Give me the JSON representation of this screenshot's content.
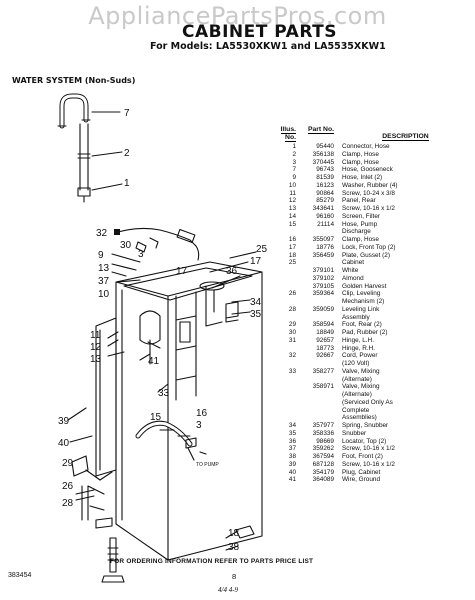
{
  "watermark": "AppliancePartsPros.com",
  "title": "CABINET PARTS",
  "subtitle": "For Models: LA5530XKW1 and LA5535XKW1",
  "section_title": "WATER SYSTEM (Non-Suds)",
  "parts_table": {
    "headers": {
      "illus_no": "Illus. No.",
      "part_no": "Part No.",
      "description": "DESCRIPTION"
    },
    "rows": [
      {
        "illus": "1",
        "part": "95440",
        "desc": "Connector, Hose"
      },
      {
        "illus": "2",
        "part": "356138",
        "desc": "Clamp, Hose"
      },
      {
        "illus": "3",
        "part": "370445",
        "desc": "Clamp, Hose"
      },
      {
        "illus": "7",
        "part": "96743",
        "desc": "Hose, Gooseneck"
      },
      {
        "illus": "9",
        "part": "81539",
        "desc": "Hose, Inlet (2)"
      },
      {
        "illus": "10",
        "part": "16123",
        "desc": "Washer, Rubber (4)"
      },
      {
        "illus": "11",
        "part": "90864",
        "desc": "Screw, 10-24 x 3/8"
      },
      {
        "illus": "12",
        "part": "85279",
        "desc": "Panel, Rear"
      },
      {
        "illus": "13",
        "part": "343641",
        "desc": "Screw, 10-16 x 1/2"
      },
      {
        "illus": "14",
        "part": "96160",
        "desc": "Screen, Filter"
      },
      {
        "illus": "15",
        "part": "21114",
        "desc": "Hose, Pump"
      },
      {
        "illus": "",
        "part": "",
        "desc": "Discharge"
      },
      {
        "illus": "16",
        "part": "355097",
        "desc": "Clamp, Hose"
      },
      {
        "illus": "17",
        "part": "18776",
        "desc": "Lock, Front Top (2)"
      },
      {
        "illus": "18",
        "part": "356459",
        "desc": "Plate, Gusset (2)"
      },
      {
        "illus": "25",
        "part": "",
        "desc": "Cabinet"
      },
      {
        "illus": "",
        "part": "379101",
        "desc": "White"
      },
      {
        "illus": "",
        "part": "379102",
        "desc": "Almond"
      },
      {
        "illus": "",
        "part": "379105",
        "desc": "Golden Harvest"
      },
      {
        "illus": "26",
        "part": "359364",
        "desc": "Clip, Leveling"
      },
      {
        "illus": "",
        "part": "",
        "desc": "Mechanism (2)"
      },
      {
        "illus": "28",
        "part": "359059",
        "desc": "Leveling Link"
      },
      {
        "illus": "",
        "part": "",
        "desc": "Assembly"
      },
      {
        "illus": "29",
        "part": "358594",
        "desc": "Foot, Rear (2)"
      },
      {
        "illus": "30",
        "part": "18849",
        "desc": "Pad, Rubber (2)"
      },
      {
        "illus": "31",
        "part": "92657",
        "desc": "Hinge, L.H."
      },
      {
        "illus": "",
        "part": "18773",
        "desc": "Hinge, R.H."
      },
      {
        "illus": "32",
        "part": "92667",
        "desc": "Cord, Power"
      },
      {
        "illus": "",
        "part": "",
        "desc": "(120 Volt)"
      },
      {
        "illus": "33",
        "part": "358277",
        "desc": "Valve, Mixing"
      },
      {
        "illus": "",
        "part": "",
        "desc": "(Alternate)"
      },
      {
        "illus": "",
        "part": "358971",
        "desc": "Valve, Mixing"
      },
      {
        "illus": "",
        "part": "",
        "desc": "(Alternate)"
      },
      {
        "illus": "",
        "part": "",
        "desc": "(Serviced Only As"
      },
      {
        "illus": "",
        "part": "",
        "desc": "Complete"
      },
      {
        "illus": "",
        "part": "",
        "desc": "Assemblies)"
      },
      {
        "illus": "34",
        "part": "357977",
        "desc": "Spring, Snubber"
      },
      {
        "illus": "35",
        "part": "358336",
        "desc": "Snubber"
      },
      {
        "illus": "36",
        "part": "98669",
        "desc": "Locator, Top (2)"
      },
      {
        "illus": "37",
        "part": "359262",
        "desc": "Screw, 10-16 x 1/2"
      },
      {
        "illus": "38",
        "part": "367594",
        "desc": "Foot, Front (2)"
      },
      {
        "illus": "39",
        "part": "687128",
        "desc": "Screw, 10-16 x 1/2"
      },
      {
        "illus": "40",
        "part": "354179",
        "desc": "Plug, Cabinet"
      },
      {
        "illus": "41",
        "part": "364089",
        "desc": "Wire, Ground"
      }
    ]
  },
  "callouts": {
    "c7": "7",
    "c2": "2",
    "c1": "1",
    "c32": "32",
    "c30": "30",
    "c3a": "3",
    "c9": "9",
    "c13a": "13",
    "c37": "37",
    "c10": "10",
    "c17": "17",
    "c25": "25",
    "c17b": "17",
    "c36": "36",
    "c34": "34",
    "c35": "35",
    "c11": "11",
    "c12": "12",
    "c13b": "13",
    "c41": "41",
    "c33": "33",
    "c16": "16",
    "c3b": "3",
    "c15": "15",
    "c39": "39",
    "c40": "40",
    "c29": "29",
    "c26": "26",
    "c28": "28",
    "c18": "18",
    "c38": "38",
    "to_pump": "TO PUMP"
  },
  "footer": {
    "code": "383454",
    "ordering_info": "FOR ORDERING INFORMATION REFER TO PARTS PRICE LIST",
    "page": "8",
    "handwritten": "4/4  4-9"
  }
}
